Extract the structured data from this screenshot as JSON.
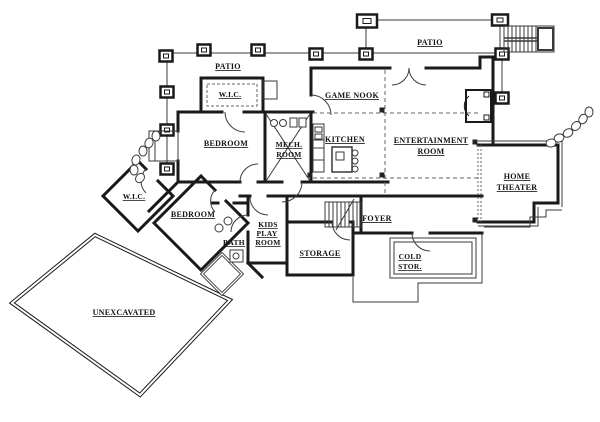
{
  "labels": {
    "patio_left": "PATIO",
    "patio_right": "PATIO",
    "wic_upper": "W.I.C.",
    "game_nook": "GAME NOOK",
    "bedroom_upper": "BEDROOM",
    "mech1": "MECH.",
    "mech2": "ROOM",
    "kitchen": "KITCHEN",
    "ent1": "ENTERTAINMENT",
    "ent2": "ROOM",
    "theater1": "HOME",
    "theater2": "THEATER",
    "wic_lower": "W.I.C.",
    "bedroom_lower": "BEDROOM",
    "bath": "BATH",
    "kids1": "KIDS",
    "kids2": "PLAY",
    "kids3": "ROOM",
    "foyer": "FOYER",
    "storage": "STORAGE",
    "cold1": "COLD",
    "cold2": "STOR.",
    "unexcavated": "UNEXCAVATED"
  },
  "colors": {
    "wall": "#1a1a1a",
    "thin": "#3a3a3a",
    "dashed": "#666666",
    "background": "#ffffff"
  }
}
